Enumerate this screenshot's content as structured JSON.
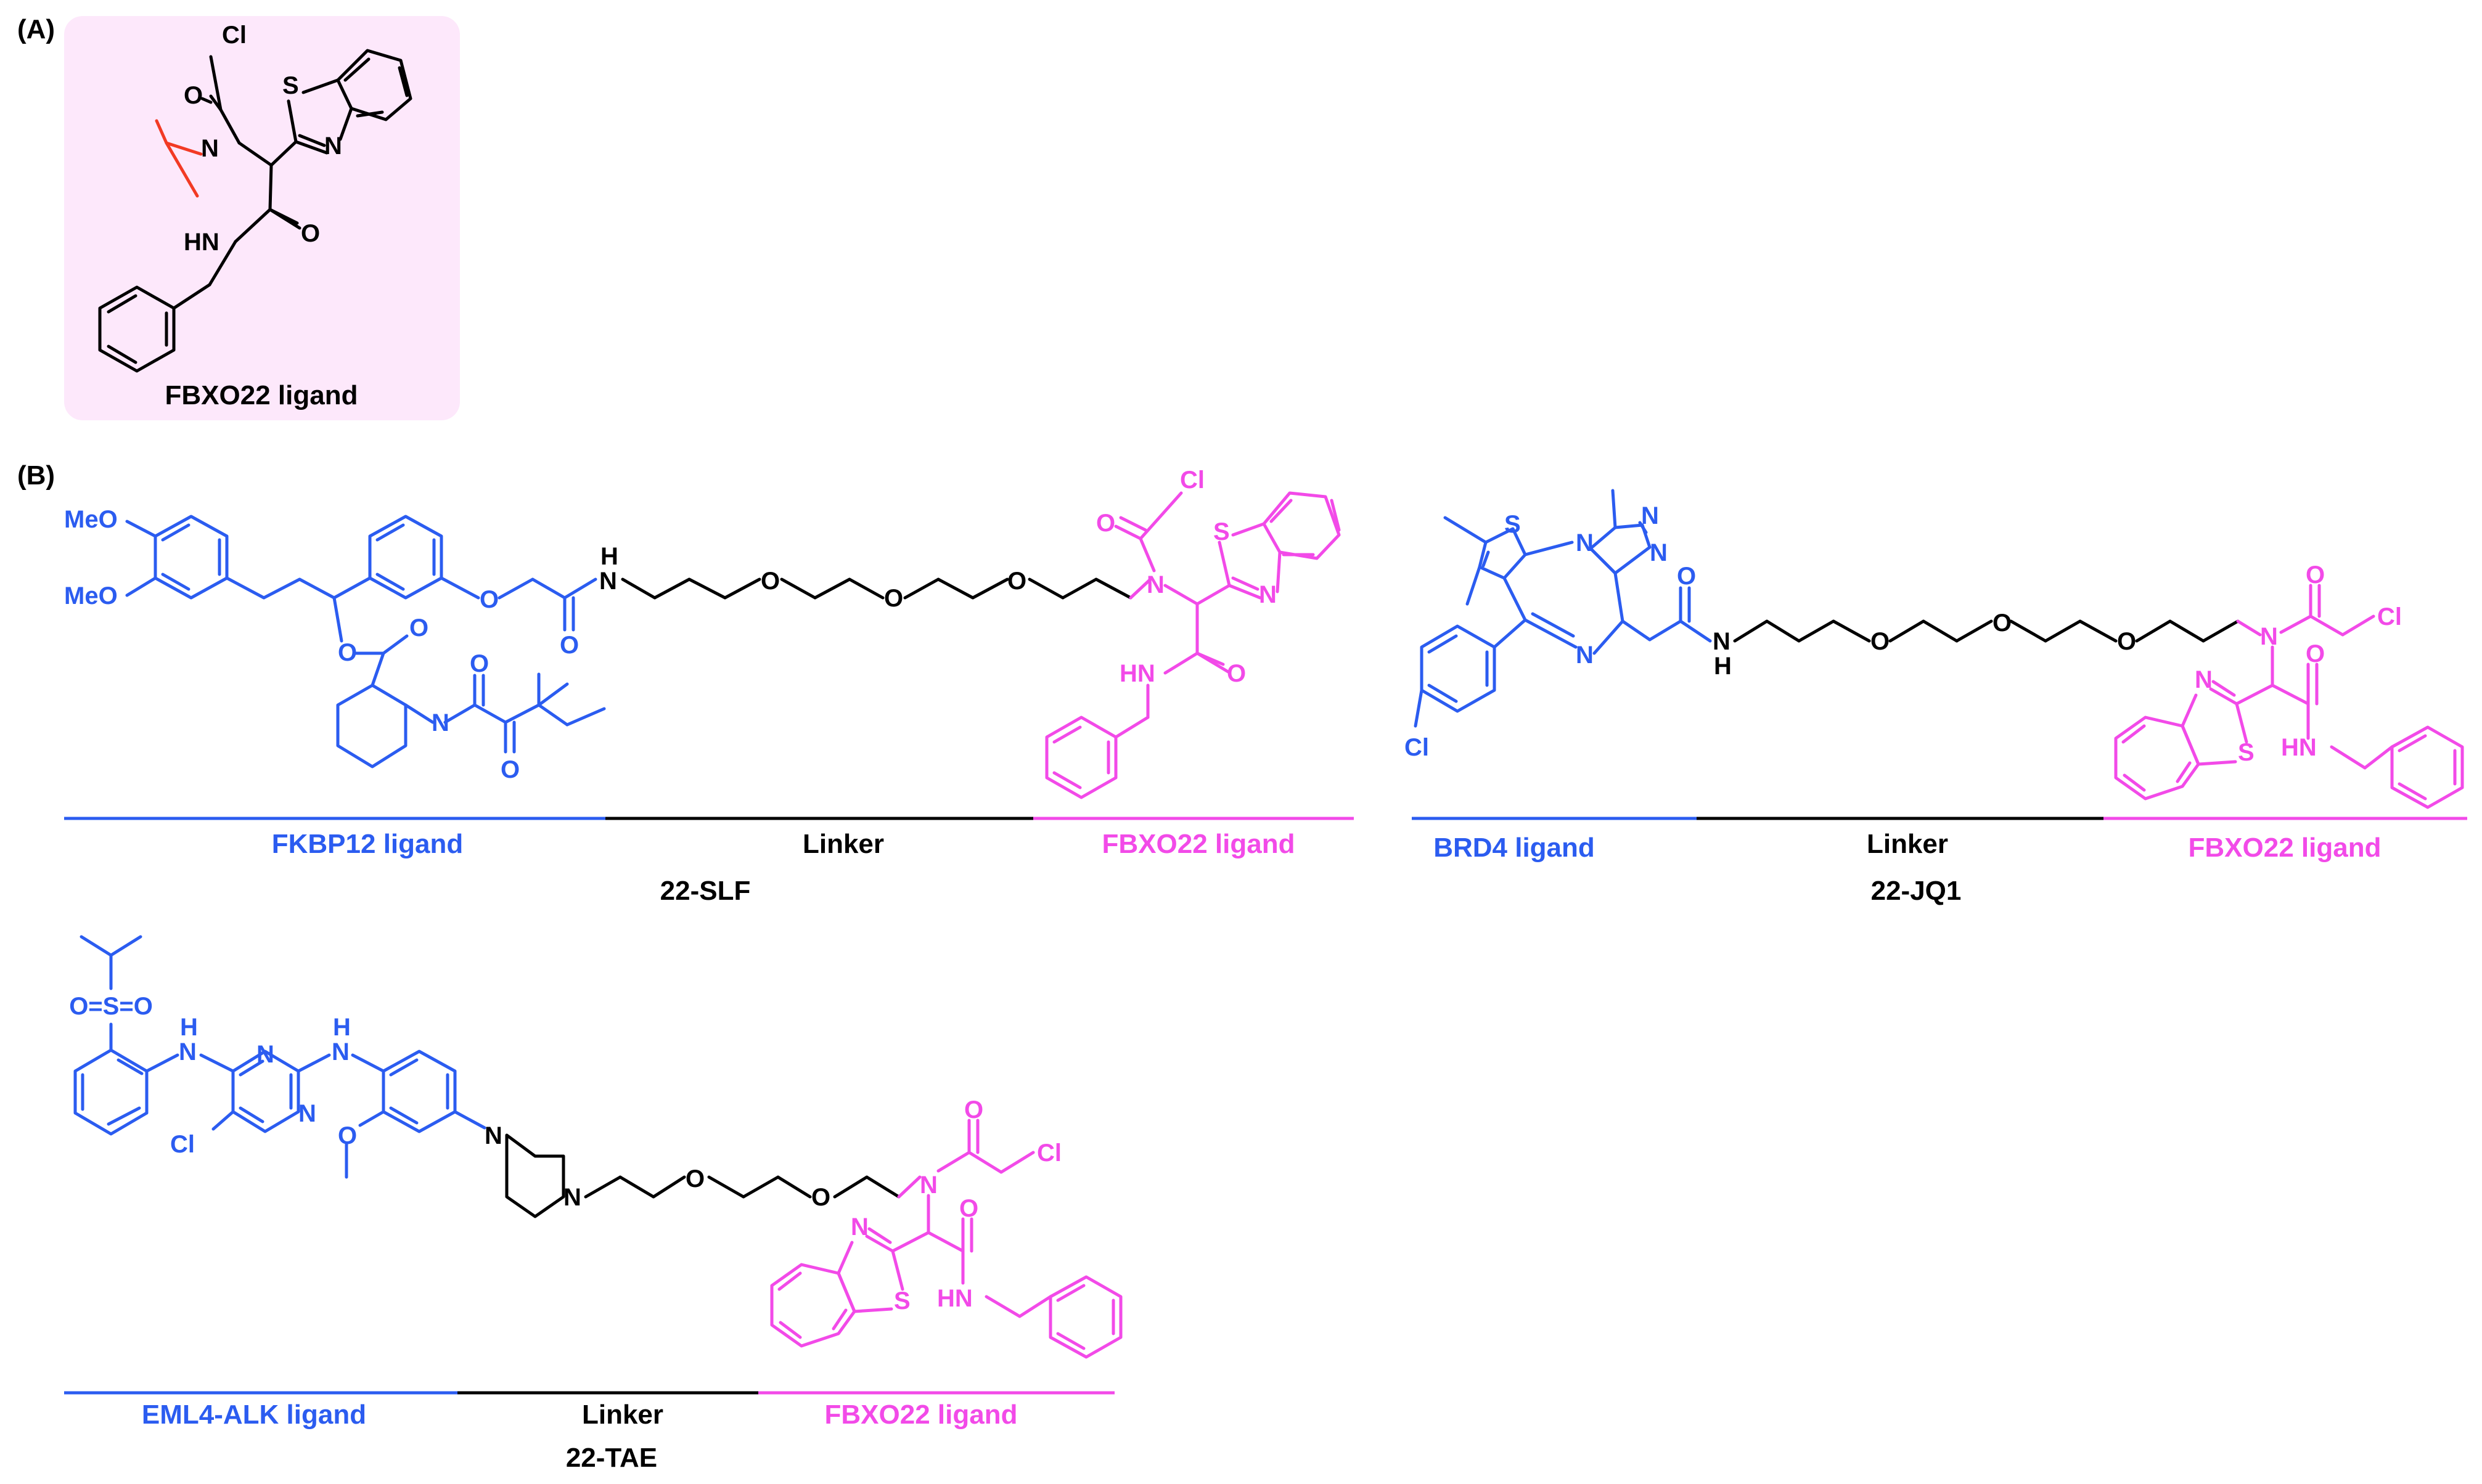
{
  "panels": {
    "a": {
      "label": "(A)",
      "caption": "FBXO22 ligand"
    },
    "b": {
      "label": "(B)"
    }
  },
  "colors": {
    "target": "#2b5cf0",
    "linker": "#000000",
    "fbxo22": "#f24ae8",
    "highlight": "#f23a24",
    "box": "#fde8fb"
  },
  "atoms": {
    "cl": "Cl",
    "o": "O",
    "n": "N",
    "s": "S",
    "hn": "HN",
    "h": "H",
    "meo": "MeO",
    "nh": "N",
    "o_eq_s_eq_o": "O=S=O"
  },
  "compounds": [
    {
      "name": "22-SLF",
      "segments": [
        "FKBP12 ligand",
        "Linker",
        "FBXO22 ligand"
      ]
    },
    {
      "name": "22-JQ1",
      "segments": [
        "BRD4 ligand",
        "Linker",
        "FBXO22 ligand"
      ]
    },
    {
      "name": "22-TAE",
      "segments": [
        "EML4-ALK ligand",
        "Linker",
        "FBXO22 ligand"
      ]
    }
  ]
}
